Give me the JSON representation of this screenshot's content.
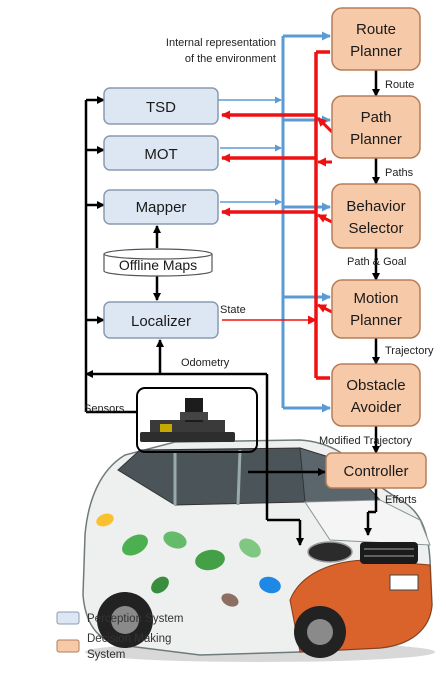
{
  "perception": {
    "tsd": "TSD",
    "mot": "MOT",
    "mapper": "Mapper",
    "offline_maps": "Offline Maps",
    "localizer": "Localizer"
  },
  "decision": {
    "route_planner": [
      "Route",
      "Planner"
    ],
    "path_planner": [
      "Path",
      "Planner"
    ],
    "behavior_selector": [
      "Behavior",
      "Selector"
    ],
    "motion_planner": [
      "Motion",
      "Planner"
    ],
    "obstacle_avoider": [
      "Obstacle",
      "Avoider"
    ],
    "controller": "Controller"
  },
  "edge_labels": {
    "internal_rep": [
      "Internal representation",
      "of the environment"
    ],
    "route": "Route",
    "paths": "Paths",
    "path_goal": "Path & Goal",
    "state": "State",
    "trajectory": "Trajectory",
    "modified_trajectory": "Modified Trajectory",
    "efforts": "Efforts",
    "odometry": "Odometry",
    "sensors": "Sensors"
  },
  "legend": {
    "perception": "Perception System",
    "decision": [
      "Decision Making",
      "System"
    ]
  },
  "colors": {
    "perception_fill": "#dde7f3",
    "decision_fill": "#f6c9a8",
    "blue_arrow": "#5b9bd5",
    "red_arrow": "#ee1111",
    "black": "#000000"
  }
}
